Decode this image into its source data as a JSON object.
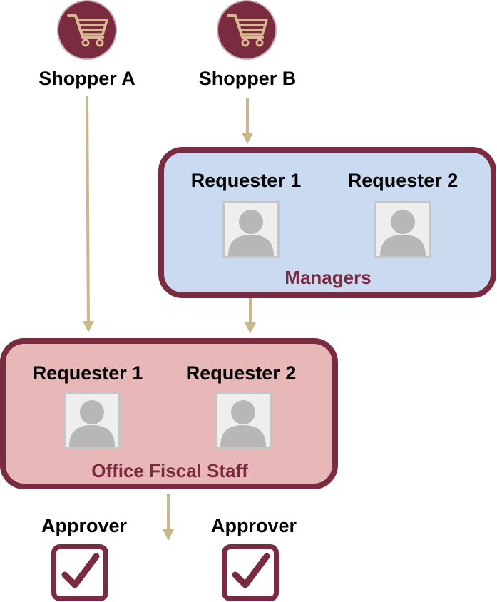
{
  "shoppers": {
    "a": {
      "label": "Shopper A",
      "icon": "shopping-cart-icon"
    },
    "b": {
      "label": "Shopper B",
      "icon": "shopping-cart-icon"
    }
  },
  "managers_group": {
    "name": "Managers",
    "fill": "#c9daf1",
    "requesters": [
      {
        "label": "Requester 1",
        "icon": "person-avatar-icon"
      },
      {
        "label": "Requester 2",
        "icon": "person-avatar-icon"
      }
    ]
  },
  "fiscal_group": {
    "name": "Office Fiscal Staff",
    "fill": "#e8b8b8",
    "requesters": [
      {
        "label": "Requester 1",
        "icon": "person-avatar-icon"
      },
      {
        "label": "Requester 2",
        "icon": "person-avatar-icon"
      }
    ]
  },
  "approvers": [
    {
      "label": "Approver",
      "icon": "checkbox-check-icon"
    },
    {
      "label": "Approver",
      "icon": "checkbox-check-icon"
    }
  ],
  "colors": {
    "accent": "#7b2b3f",
    "arrow": "#c8b88a"
  }
}
